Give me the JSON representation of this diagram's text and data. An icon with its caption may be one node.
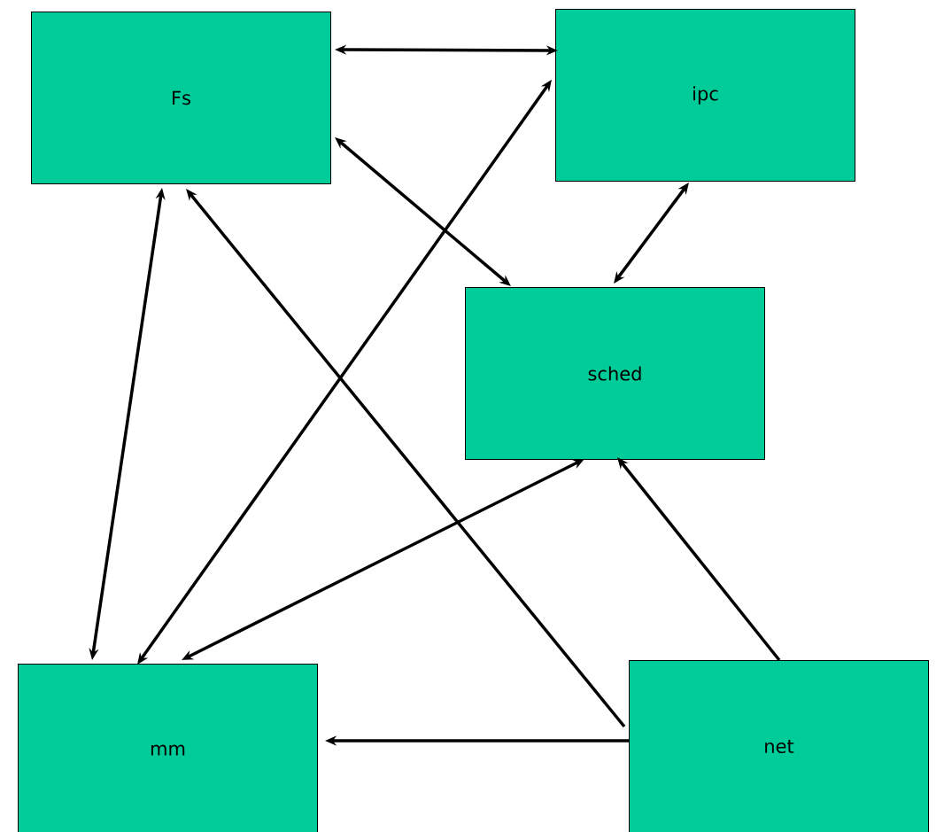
{
  "diagram": {
    "nodes": [
      {
        "text": [
          "Fs"
        ]
      },
      {
        "text": [
          "ipc"
        ]
      },
      {
        "text": [
          "sched"
        ]
      },
      {
        "text": [
          "mm"
        ]
      },
      {
        "text": [
          "net"
        ]
      }
    ],
    "edges": [
      {
        "from": 0,
        "to": 1,
        "arrow": "both"
      },
      {
        "from": 0,
        "to": 2,
        "arrow": "both"
      },
      {
        "from": 1,
        "to": 2,
        "arrow": "both"
      },
      {
        "from": 0,
        "to": 3,
        "arrow": "both"
      },
      {
        "from": 3,
        "to": 1,
        "arrow": "both"
      },
      {
        "from": 4,
        "to": 0,
        "arrow": "to"
      },
      {
        "from": 3,
        "to": 2,
        "arrow": "both"
      },
      {
        "from": 4,
        "to": 2,
        "arrow": "to"
      },
      {
        "from": 4,
        "to": 3,
        "arrow": "to"
      }
    ]
  }
}
